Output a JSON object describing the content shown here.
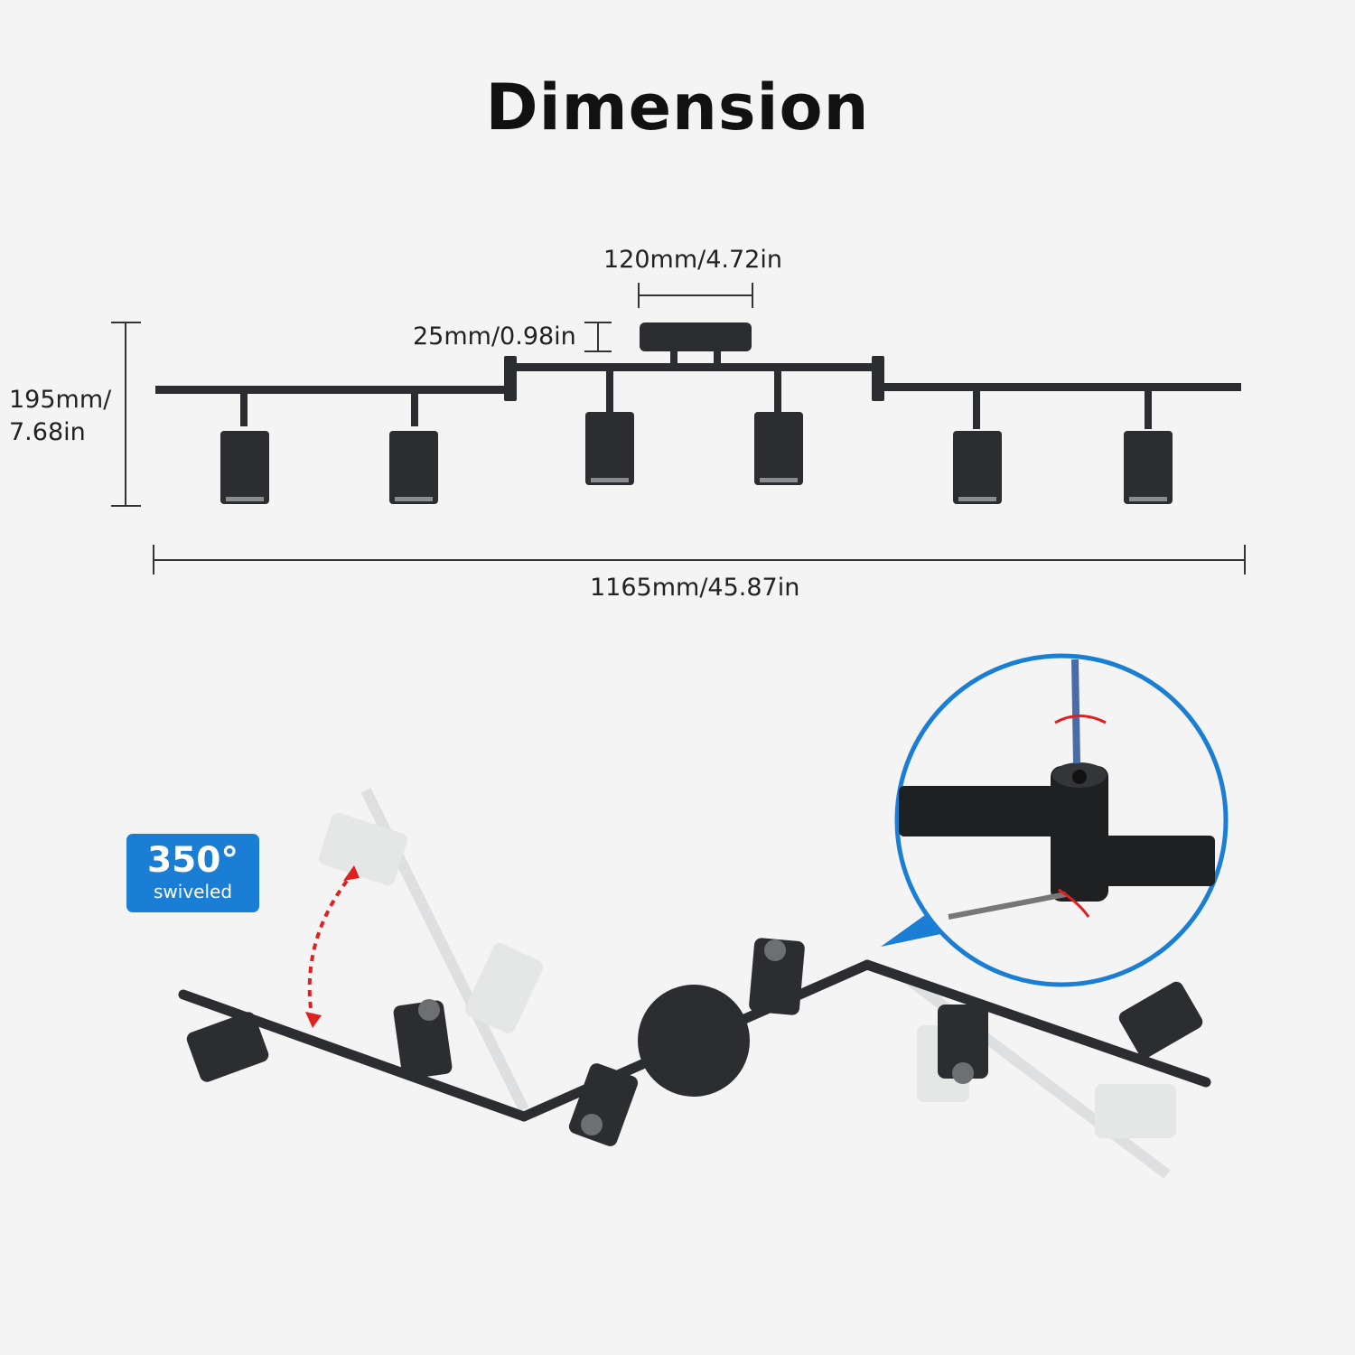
{
  "title": "Dimension",
  "dimensions": {
    "canopy_width": "120mm/4.72in",
    "canopy_height": "25mm/0.98in",
    "height_line1": "195mm/",
    "height_line2": "7.68in",
    "total_length": "1165mm/45.87in"
  },
  "badge": {
    "angle": "350°",
    "label": "swiveled"
  },
  "colors": {
    "background": "#f4f4f4",
    "fixture": "#2b2d30",
    "accent_blue": "#1a7fd4",
    "arrow_red": "#e02020"
  }
}
